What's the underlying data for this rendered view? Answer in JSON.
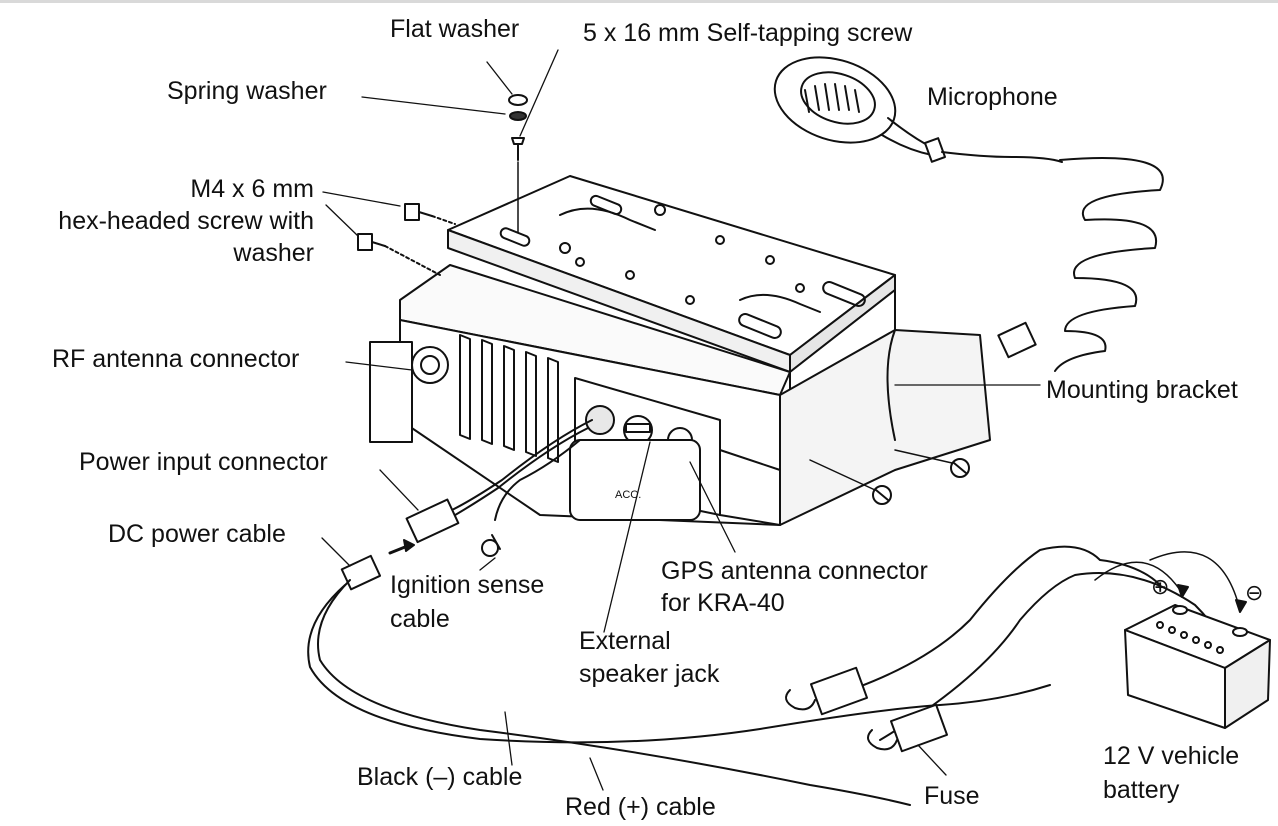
{
  "labels": {
    "flat_washer": "Flat washer",
    "self_tapping_screw": "5 x 16 mm Self-tapping screw",
    "spring_washer": "Spring washer",
    "microphone": "Microphone",
    "hex_screw_line1": "M4 x 6 mm",
    "hex_screw_line2": "hex-headed screw with",
    "hex_screw_line3": "washer",
    "rf_antenna_connector": "RF antenna connector",
    "mounting_bracket": "Mounting bracket",
    "power_input_connector": "Power input connector",
    "dc_power_cable": "DC power cable",
    "ignition_line1": "Ignition sense",
    "ignition_line2": "cable",
    "gps_line1": "GPS antenna connector",
    "gps_line2": "for KRA-40",
    "ext_speaker_line1": "External",
    "ext_speaker_line2": "speaker jack",
    "battery_line1": "12 V vehicle",
    "battery_line2": "battery",
    "black_cable": "Black (–) cable",
    "red_cable": "Red (+) cable",
    "fuse": "Fuse",
    "plus_symbol": "⊕",
    "minus_symbol": "⊖",
    "acc_mark": "ACC."
  }
}
